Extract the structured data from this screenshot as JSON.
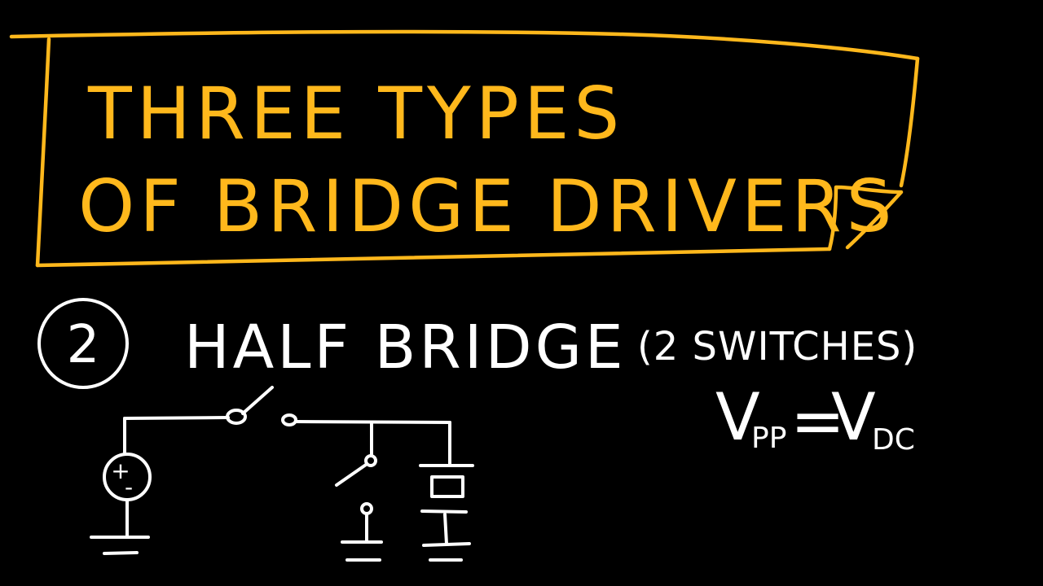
{
  "colors": {
    "background": "#000000",
    "title": "#FFB81C",
    "ink": "#FFFFFF"
  },
  "title": {
    "line1": "THREE TYPES",
    "line2": "OF BRIDGE DRIVERS"
  },
  "section": {
    "number": "2",
    "heading": "HALF BRIDGE",
    "note": "(2 SWITCHES)"
  },
  "formula": {
    "v1": "V",
    "sub1": "PP",
    "equals": "=",
    "v2": "V",
    "sub2": "DC"
  },
  "circuit": {
    "source_plus": "+",
    "source_minus": "-"
  }
}
